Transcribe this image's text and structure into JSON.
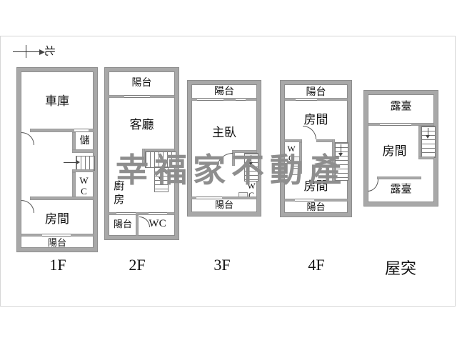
{
  "compass": {
    "north_label": "北"
  },
  "watermark": {
    "text": "幸福家不動產",
    "color": "#8e8e8e"
  },
  "colors": {
    "wall": "#a8a8a8",
    "wall_edge": "#8d8d8d",
    "text": "#111111",
    "frame": "#d6d6d6"
  },
  "floors": [
    {
      "caption": "1F",
      "rooms": {
        "garage": "車庫",
        "storage": "儲",
        "wc": "WC",
        "room": "房間",
        "balcony": "陽台"
      }
    },
    {
      "caption": "2F",
      "rooms": {
        "balcony_top": "陽台",
        "living": "客廳",
        "kitchen": "廚房",
        "balcony_bottom": "陽台",
        "wc": "WC"
      }
    },
    {
      "caption": "3F",
      "rooms": {
        "balcony_top": "陽台",
        "master": "主臥",
        "wc": "WC",
        "balcony_bottom": "陽台"
      }
    },
    {
      "caption": "4F",
      "rooms": {
        "balcony_top": "陽台",
        "room_top": "房間",
        "wc": "WC",
        "room_bottom": "房間",
        "balcony_bottom": "陽台"
      }
    },
    {
      "caption": "屋突",
      "rooms": {
        "terrace_top": "露臺",
        "room": "房間",
        "terrace_bottom": "露臺"
      }
    }
  ]
}
